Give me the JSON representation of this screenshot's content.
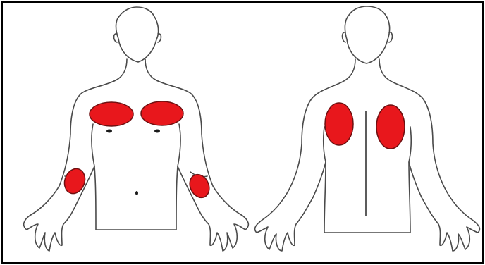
{
  "figure": {
    "views": [
      "front",
      "back"
    ],
    "colors": {
      "border": "#000000",
      "outline": "#4a4a4a",
      "highlight_fill": "#e8171c",
      "highlight_stroke": "#6e0f10",
      "mark": "#1a1a1a",
      "background": "#ffffff"
    },
    "front_view": {
      "highlighted_regions": [
        "left-chest",
        "right-chest",
        "right-upper-arm",
        "left-upper-arm"
      ]
    },
    "back_view": {
      "highlighted_regions": [
        "left-upper-back",
        "right-upper-back"
      ]
    }
  }
}
